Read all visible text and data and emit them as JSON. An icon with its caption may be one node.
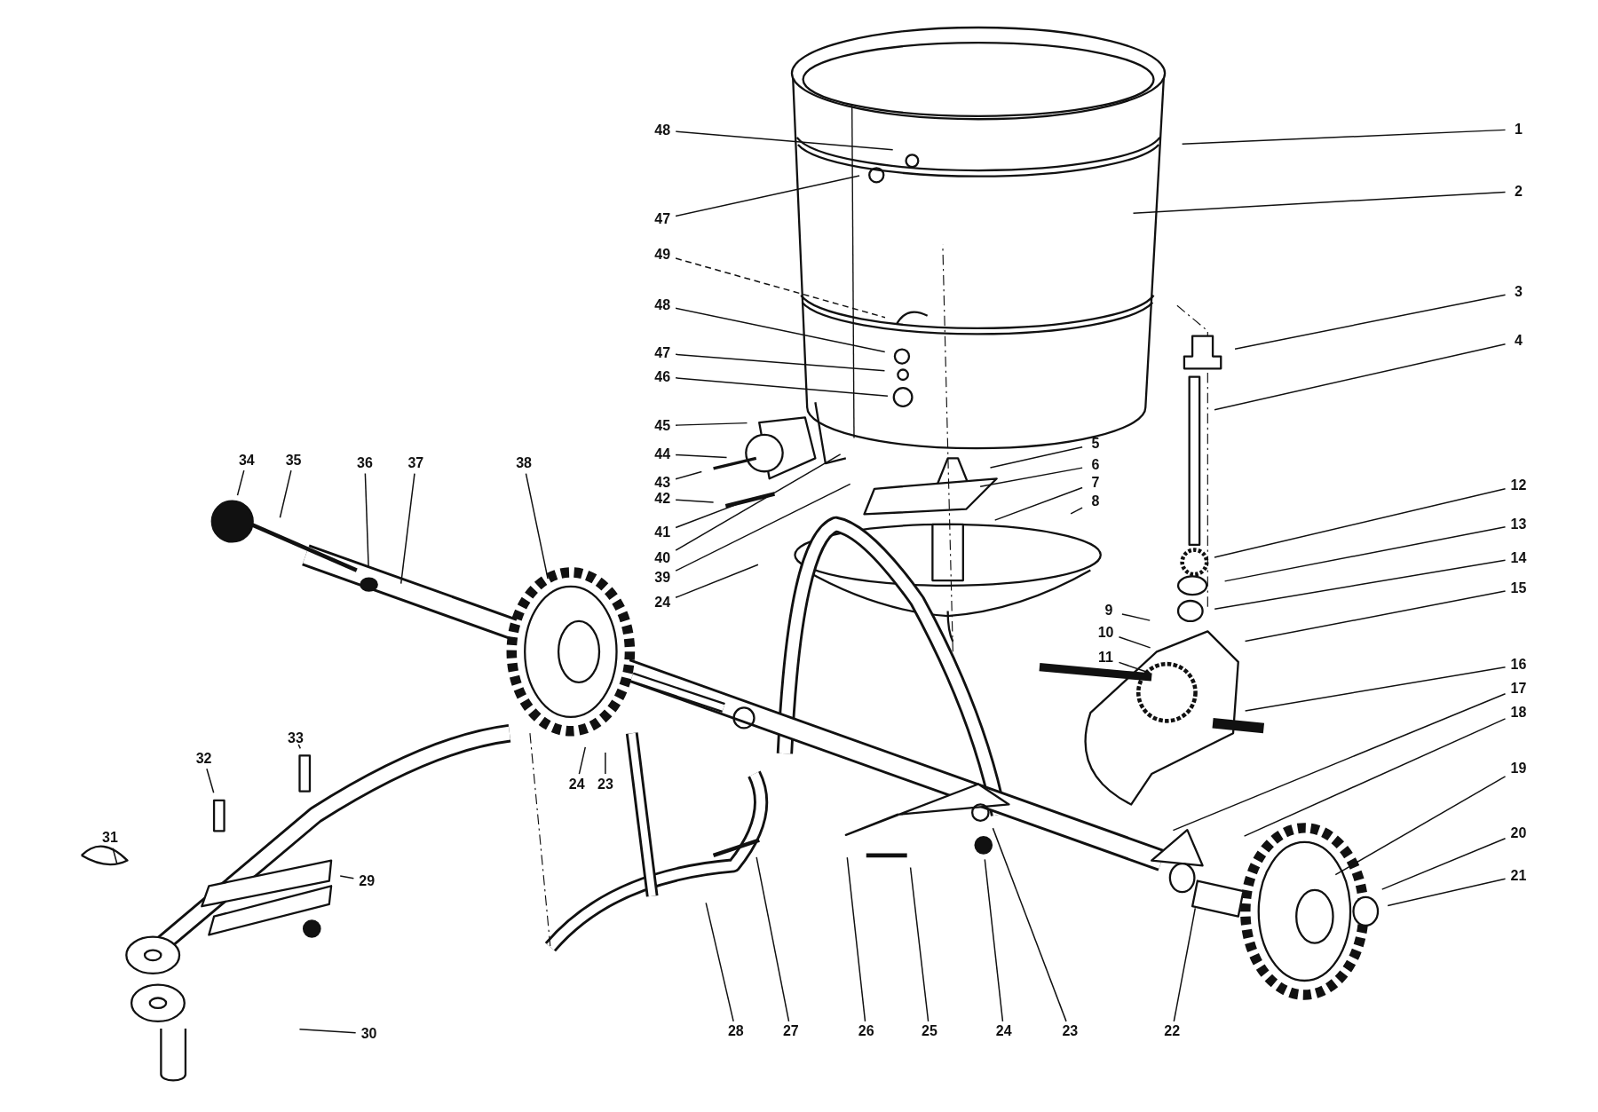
{
  "diagram": {
    "nodes": [
      {
        "text": [
          "48"
        ]
      },
      {
        "text": [
          "47"
        ]
      },
      {
        "text": [
          "49"
        ]
      },
      {
        "text": [
          "48"
        ]
      },
      {
        "text": [
          "47"
        ]
      },
      {
        "text": [
          "46"
        ]
      },
      {
        "text": [
          "45"
        ]
      },
      {
        "text": [
          "44"
        ]
      },
      {
        "text": [
          "43"
        ]
      },
      {
        "text": [
          "42"
        ]
      },
      {
        "text": [
          "41"
        ]
      },
      {
        "text": [
          "40"
        ]
      },
      {
        "text": [
          "39"
        ]
      },
      {
        "text": [
          "24"
        ]
      },
      {
        "text": [
          "34"
        ]
      },
      {
        "text": [
          "35"
        ]
      },
      {
        "text": [
          "36"
        ]
      },
      {
        "text": [
          "37"
        ]
      },
      {
        "text": [
          "38"
        ]
      },
      {
        "text": [
          "1"
        ]
      },
      {
        "text": [
          "2"
        ]
      },
      {
        "text": [
          "3"
        ]
      },
      {
        "text": [
          "4"
        ]
      },
      {
        "text": [
          "5"
        ]
      },
      {
        "text": [
          "6"
        ]
      },
      {
        "text": [
          "7"
        ]
      },
      {
        "text": [
          "8"
        ]
      },
      {
        "text": [
          "12"
        ]
      },
      {
        "text": [
          "13"
        ]
      },
      {
        "text": [
          "14"
        ]
      },
      {
        "text": [
          "15"
        ]
      },
      {
        "text": [
          "9"
        ]
      },
      {
        "text": [
          "10"
        ]
      },
      {
        "text": [
          "11"
        ]
      },
      {
        "text": [
          "16"
        ]
      },
      {
        "text": [
          "17"
        ]
      },
      {
        "text": [
          "18"
        ]
      },
      {
        "text": [
          "19"
        ]
      },
      {
        "text": [
          "20"
        ]
      },
      {
        "text": [
          "21"
        ]
      },
      {
        "text": [
          "33"
        ]
      },
      {
        "text": [
          "32"
        ]
      },
      {
        "text": [
          "24"
        ]
      },
      {
        "text": [
          "23"
        ]
      },
      {
        "text": [
          "29"
        ]
      },
      {
        "text": [
          "31"
        ]
      },
      {
        "text": [
          "30"
        ]
      },
      {
        "text": [
          "28"
        ]
      },
      {
        "text": [
          "27"
        ]
      },
      {
        "text": [
          "26"
        ]
      },
      {
        "text": [
          "25"
        ]
      },
      {
        "text": [
          "24"
        ]
      },
      {
        "text": [
          "23"
        ]
      },
      {
        "text": [
          "22"
        ]
      }
    ],
    "edges": [
      {
        "from": 0,
        "to": null,
        "arrow": "none"
      },
      {
        "from": 1,
        "to": null,
        "arrow": "none"
      },
      {
        "from": 2,
        "to": null,
        "arrow": "none",
        "style": "dashed"
      },
      {
        "from": 3,
        "to": null,
        "arrow": "none"
      },
      {
        "from": 4,
        "to": null,
        "arrow": "none"
      },
      {
        "from": 5,
        "to": null,
        "arrow": "none"
      },
      {
        "from": 6,
        "to": null,
        "arrow": "none"
      },
      {
        "from": 7,
        "to": null,
        "arrow": "none"
      },
      {
        "from": 8,
        "to": null,
        "arrow": "none"
      },
      {
        "from": 9,
        "to": null,
        "arrow": "none"
      },
      {
        "from": 10,
        "to": null,
        "arrow": "none"
      },
      {
        "from": 11,
        "to": null,
        "arrow": "none"
      },
      {
        "from": 12,
        "to": null,
        "arrow": "none"
      },
      {
        "from": 13,
        "to": null,
        "arrow": "none"
      },
      {
        "from": 14,
        "to": null,
        "arrow": "none"
      },
      {
        "from": 15,
        "to": null,
        "arrow": "none"
      },
      {
        "from": 16,
        "to": null,
        "arrow": "none"
      },
      {
        "from": 17,
        "to": null,
        "arrow": "none"
      },
      {
        "from": 18,
        "to": null,
        "arrow": "none"
      },
      {
        "from": 19,
        "to": null,
        "arrow": "none"
      },
      {
        "from": 20,
        "to": null,
        "arrow": "none"
      },
      {
        "from": 21,
        "to": null,
        "arrow": "none"
      },
      {
        "from": 22,
        "to": null,
        "arrow": "none"
      },
      {
        "from": 23,
        "to": null,
        "arrow": "none"
      },
      {
        "from": 24,
        "to": null,
        "arrow": "none"
      },
      {
        "from": 25,
        "to": null,
        "arrow": "none"
      },
      {
        "from": 26,
        "to": null,
        "arrow": "none"
      },
      {
        "from": 27,
        "to": null,
        "arrow": "none"
      },
      {
        "from": 28,
        "to": null,
        "arrow": "none"
      },
      {
        "from": 29,
        "to": null,
        "arrow": "none"
      },
      {
        "from": 30,
        "to": null,
        "arrow": "none"
      },
      {
        "from": 31,
        "to": null,
        "arrow": "none"
      },
      {
        "from": 32,
        "to": null,
        "arrow": "none"
      },
      {
        "from": 33,
        "to": null,
        "arrow": "none"
      },
      {
        "from": 34,
        "to": null,
        "arrow": "none"
      },
      {
        "from": 35,
        "to": null,
        "arrow": "none"
      },
      {
        "from": 36,
        "to": null,
        "arrow": "none"
      },
      {
        "from": 37,
        "to": null,
        "arrow": "none"
      },
      {
        "from": 38,
        "to": null,
        "arrow": "none"
      },
      {
        "from": 39,
        "to": null,
        "arrow": "none"
      },
      {
        "from": 40,
        "to": null,
        "arrow": "none"
      },
      {
        "from": 41,
        "to": null,
        "arrow": "none"
      },
      {
        "from": 42,
        "to": null,
        "arrow": "none"
      },
      {
        "from": 43,
        "to": null,
        "arrow": "none"
      },
      {
        "from": 44,
        "to": null,
        "arrow": "none"
      },
      {
        "from": 45,
        "to": null,
        "arrow": "none"
      },
      {
        "from": 46,
        "to": null,
        "arrow": "none"
      },
      {
        "from": 47,
        "to": null,
        "arrow": "none"
      },
      {
        "from": 48,
        "to": null,
        "arrow": "none"
      },
      {
        "from": 49,
        "to": null,
        "arrow": "none"
      },
      {
        "from": 50,
        "to": null,
        "arrow": "none"
      },
      {
        "from": 51,
        "to": null,
        "arrow": "none"
      },
      {
        "from": 52,
        "to": null,
        "arrow": "none"
      },
      {
        "from": 53,
        "to": null,
        "arrow": "none"
      }
    ]
  }
}
